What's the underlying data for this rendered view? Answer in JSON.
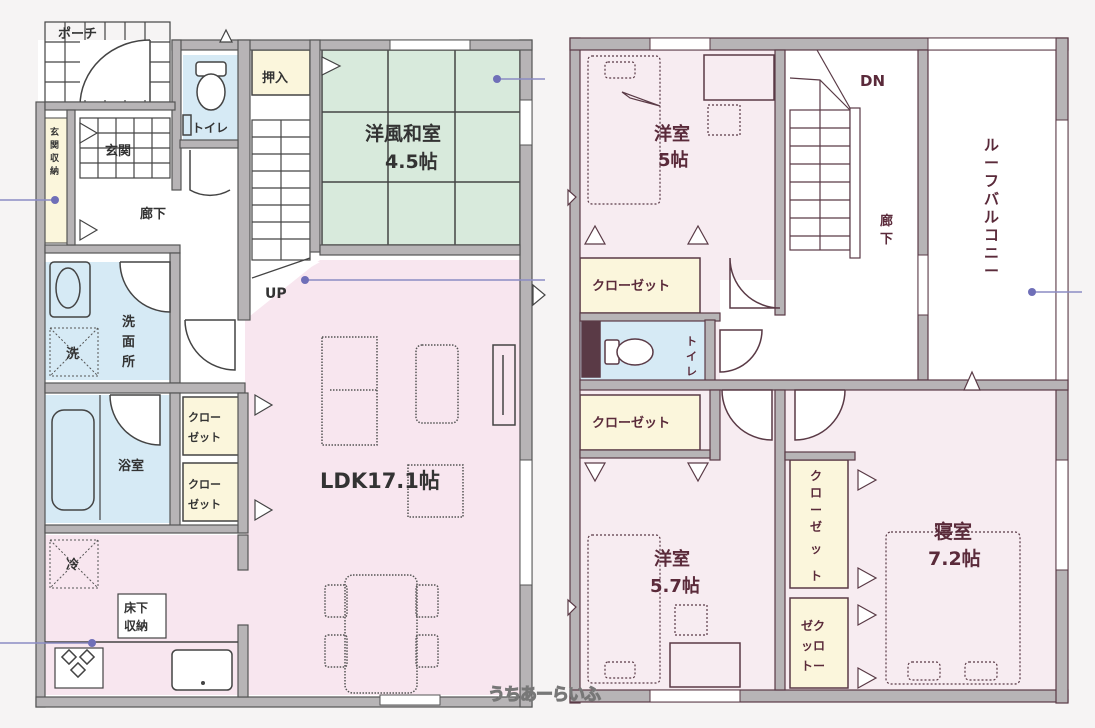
{
  "floor1": {
    "rooms": {
      "porch": "ポーチ",
      "entrance": "玄関",
      "shoe_storage": [
        "玄",
        "関",
        "収",
        "納"
      ],
      "hallway": "廊下",
      "toilet": "トイレ",
      "oshiire": "押入",
      "washroom": [
        "洗",
        "面",
        "所"
      ],
      "washer": "洗",
      "bathroom": "浴室",
      "closet_a": [
        "クロー",
        "ゼット"
      ],
      "closet_b": [
        "クロー",
        "ゼット"
      ],
      "fridge": "冷",
      "underfloor_storage": [
        "床下",
        "収納"
      ],
      "japanese_room_name": "洋風和室",
      "japanese_room_size": "4.5帖",
      "ldk": "LDK17.1帖",
      "stairs_up": "UP"
    }
  },
  "floor2": {
    "rooms": {
      "western_room_1_name": "洋室",
      "western_room_1_size": "5帖",
      "closet_1": "クローゼット",
      "toilet": [
        "ト",
        "イ",
        "レ"
      ],
      "stairs_down": "DN",
      "hallway": [
        "廊",
        "下"
      ],
      "roof_balcony": [
        "ル",
        "ー",
        "フ",
        "バ",
        "ル",
        "コ",
        "ニ",
        "ー"
      ],
      "closet_2": "クローゼット",
      "western_room_2_name": "洋室",
      "western_room_2_size": "5.7帖",
      "closet_3": [
        "ク",
        "ロ",
        "ー",
        "ゼ",
        "ッ",
        "ト"
      ],
      "closet_4": [
        "ゼク",
        "ッロ",
        "トー"
      ],
      "bedroom_name": "寝室",
      "bedroom_size": "7.2帖"
    }
  },
  "watermark": "うちあーらいふ",
  "colors": {
    "wall": "#b7b4b6",
    "wall_line": "#555",
    "ldk_pink": "#f8e6ef",
    "tatami_green": "#d8eadc",
    "wet_blue": "#d6eaf5",
    "closet_cream": "#fbf6dc",
    "floor2_pink": "#f7ecf1",
    "floor2_line": "#5a3a46",
    "background": "#f6f4f4"
  }
}
